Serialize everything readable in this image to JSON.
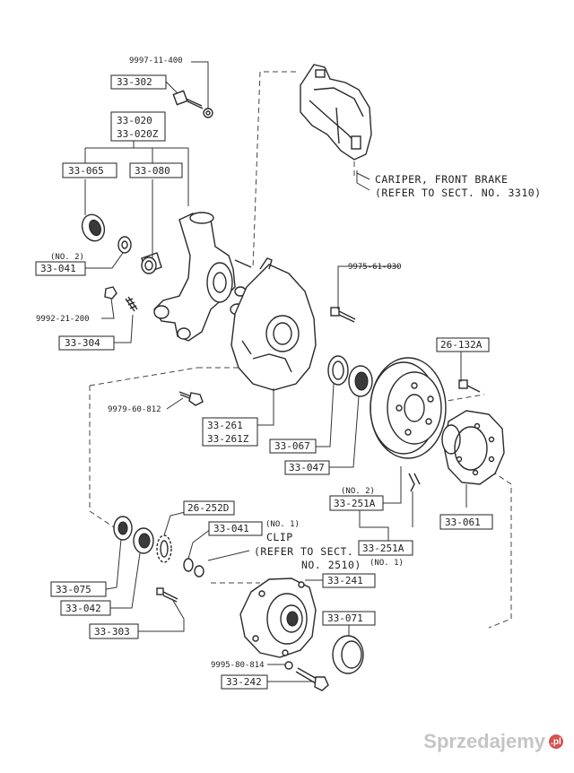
{
  "labels": {
    "l_9997_11_400": "9997-11-400",
    "l_33_302": "33-302",
    "l_33_020": "33-020",
    "l_33_020z": "33-020Z",
    "l_33_065": "33-065",
    "l_33_080": "33-080",
    "l_no2_a": "(NO. 2)",
    "l_33_041_top": "33-041",
    "l_9992_21_200": "9992-21-200",
    "l_33_304": "33-304",
    "l_9975_61_030": "9975-61-030",
    "l_26_132a": "26-132A",
    "l_9979_60_812": "9979-60-812",
    "l_33_261": "33-261",
    "l_33_261z": "33-261Z",
    "l_33_067": "33-067",
    "l_33_047": "33-047",
    "l_no2_b": "(NO. 2)",
    "l_33_251a_top": "33-251A",
    "l_33_061": "33-061",
    "l_26_252d": "26-252D",
    "l_33_041_mid": "33-041",
    "l_no1_a": "(NO. 1)",
    "l_33_251a_bot": "33-251A",
    "l_no1_b": "(NO. 1)",
    "l_33_075": "33-075",
    "l_33_042": "33-042",
    "l_33_303": "33-303",
    "l_33_241": "33-241",
    "l_33_071": "33-071",
    "l_9995_80_814": "9995-80-814",
    "l_33_242": "33-242"
  },
  "callouts": {
    "caliper_line1": "CARIPER, FRONT BRAKE",
    "caliper_line2": "(REFER TO SECT. NO. 3310)",
    "clip_line1": "CLIP",
    "clip_line2": "(REFER TO SECT.",
    "clip_line3": "NO. 2510)"
  },
  "watermark": {
    "brand": "Sprzedajemy",
    "tld": ".pl"
  }
}
